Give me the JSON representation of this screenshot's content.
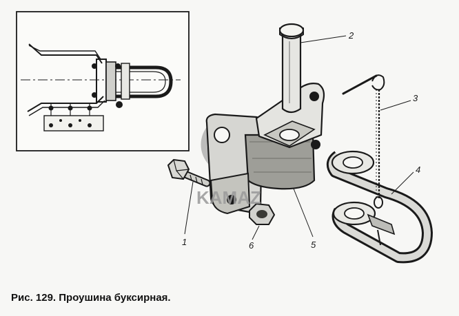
{
  "caption": "Рис. 129. Проушина буксирная.",
  "callouts": {
    "c1": "1",
    "c2": "2",
    "c3": "3",
    "c4": "4",
    "c5": "5",
    "c6": "6"
  },
  "watermark": "KAMAZ",
  "colors": {
    "ink": "#1a1a1a",
    "paper": "#f7f7f5",
    "watermark": "#9a9a9a"
  }
}
